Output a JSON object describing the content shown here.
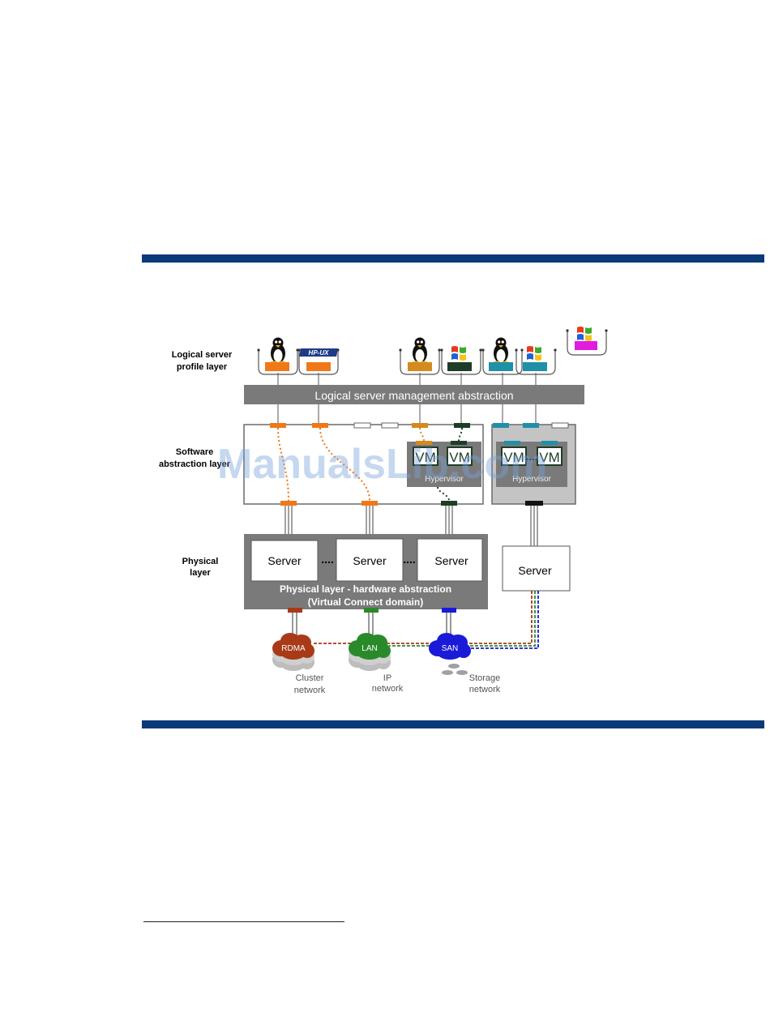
{
  "colors": {
    "rule": "#0b3a78",
    "band": "#7a7a7a",
    "orange": "#f07818",
    "darkgreen": "#1e3d28",
    "teal": "#1f90a8",
    "tan": "#d48a1f",
    "magenta": "#e01ce0",
    "rdma": "#a83a18",
    "lan": "#2a8a2a",
    "san": "#1a1ad8"
  },
  "layers": {
    "profile_label": [
      "Logical server",
      "profile layer"
    ],
    "software_label": [
      "Software",
      "abstraction layer"
    ],
    "physical_label": [
      "Physical",
      "layer"
    ]
  },
  "management_band": "Logical server management abstraction",
  "hypervisor_label": "Hypervisor",
  "vm_label": "VM",
  "server_label": "Server",
  "physical_band": [
    "Physical layer - hardware abstraction",
    "(Virtual Connect domain)"
  ],
  "dots": "....",
  "clouds": {
    "rdma": "RDMA",
    "lan": "LAN",
    "san": "SAN"
  },
  "network_labels": {
    "cluster": [
      "Cluster",
      "network"
    ],
    "ip": [
      "IP",
      "network"
    ],
    "storage": [
      "Storage",
      "network"
    ]
  },
  "profiles": [
    {
      "os": "linux-penguin-icon"
    },
    {
      "os": "hp-ux-logo-icon",
      "logo_text": "HP-UX"
    },
    {
      "os": "linux-penguin-icon"
    },
    {
      "os": "windows-logo-icon"
    },
    {
      "os": "linux-penguin-icon"
    },
    {
      "os": "windows-logo-icon"
    },
    {
      "os": "windows-logo-icon"
    }
  ],
  "watermark": "ManualsLib.com"
}
